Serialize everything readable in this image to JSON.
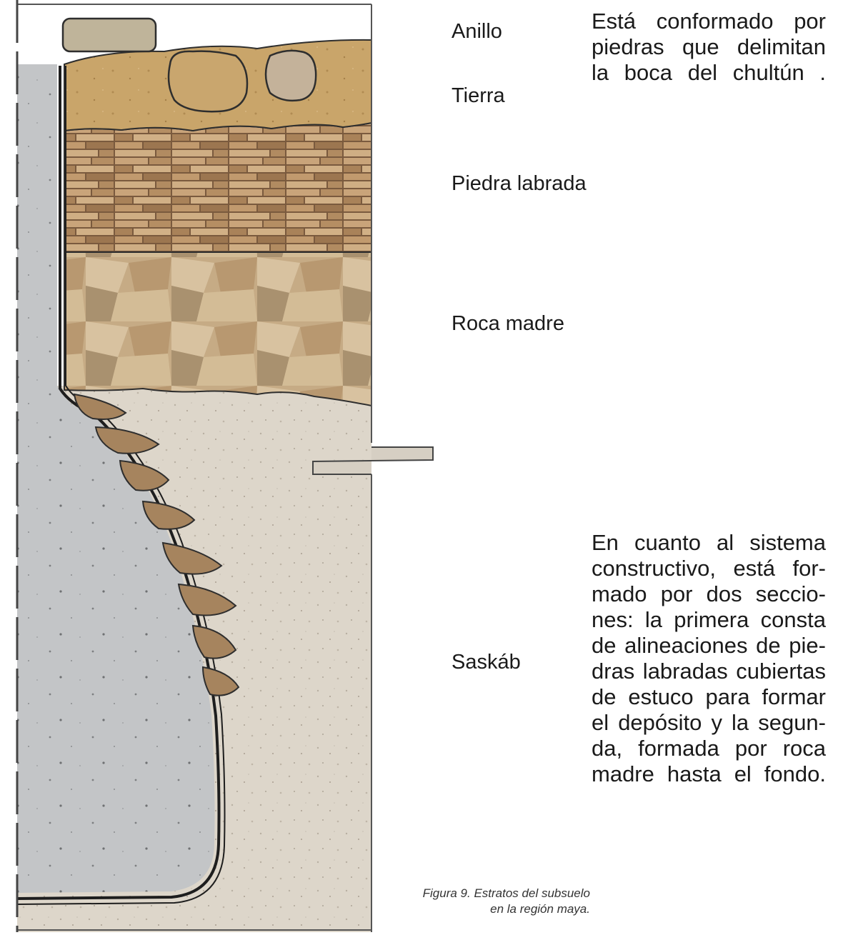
{
  "labels": {
    "ring": "Anillo",
    "soil": "Tierra",
    "carved_stone": "Piedra labrada",
    "bedrock": "Roca madre",
    "saskab": "Saskáb"
  },
  "description_top": [
    "Está conformado por",
    "piedras que delimitan",
    "la boca del chultún ."
  ],
  "description_bottom": [
    "En cuanto al sistema",
    "constructivo, está for-",
    "mado por dos seccio-",
    "nes: la primera consta",
    "de alineaciones de pie-",
    "dras labradas cubiertas",
    "de estuco para formar",
    "el depósito y la segun-",
    "da, formada por roca",
    "madre hasta el fondo."
  ],
  "caption": {
    "line1": "Figura 9. Estratos del subsuelo",
    "line2": "en la región maya."
  },
  "colors": {
    "soil": "#c9a56a",
    "carved_stone": "#a67c55",
    "bedrock": "#c9b08a",
    "saskab": "#ddd6ca",
    "stucco_fill": "#c6c8ca",
    "outline": "#2e2e2e"
  }
}
